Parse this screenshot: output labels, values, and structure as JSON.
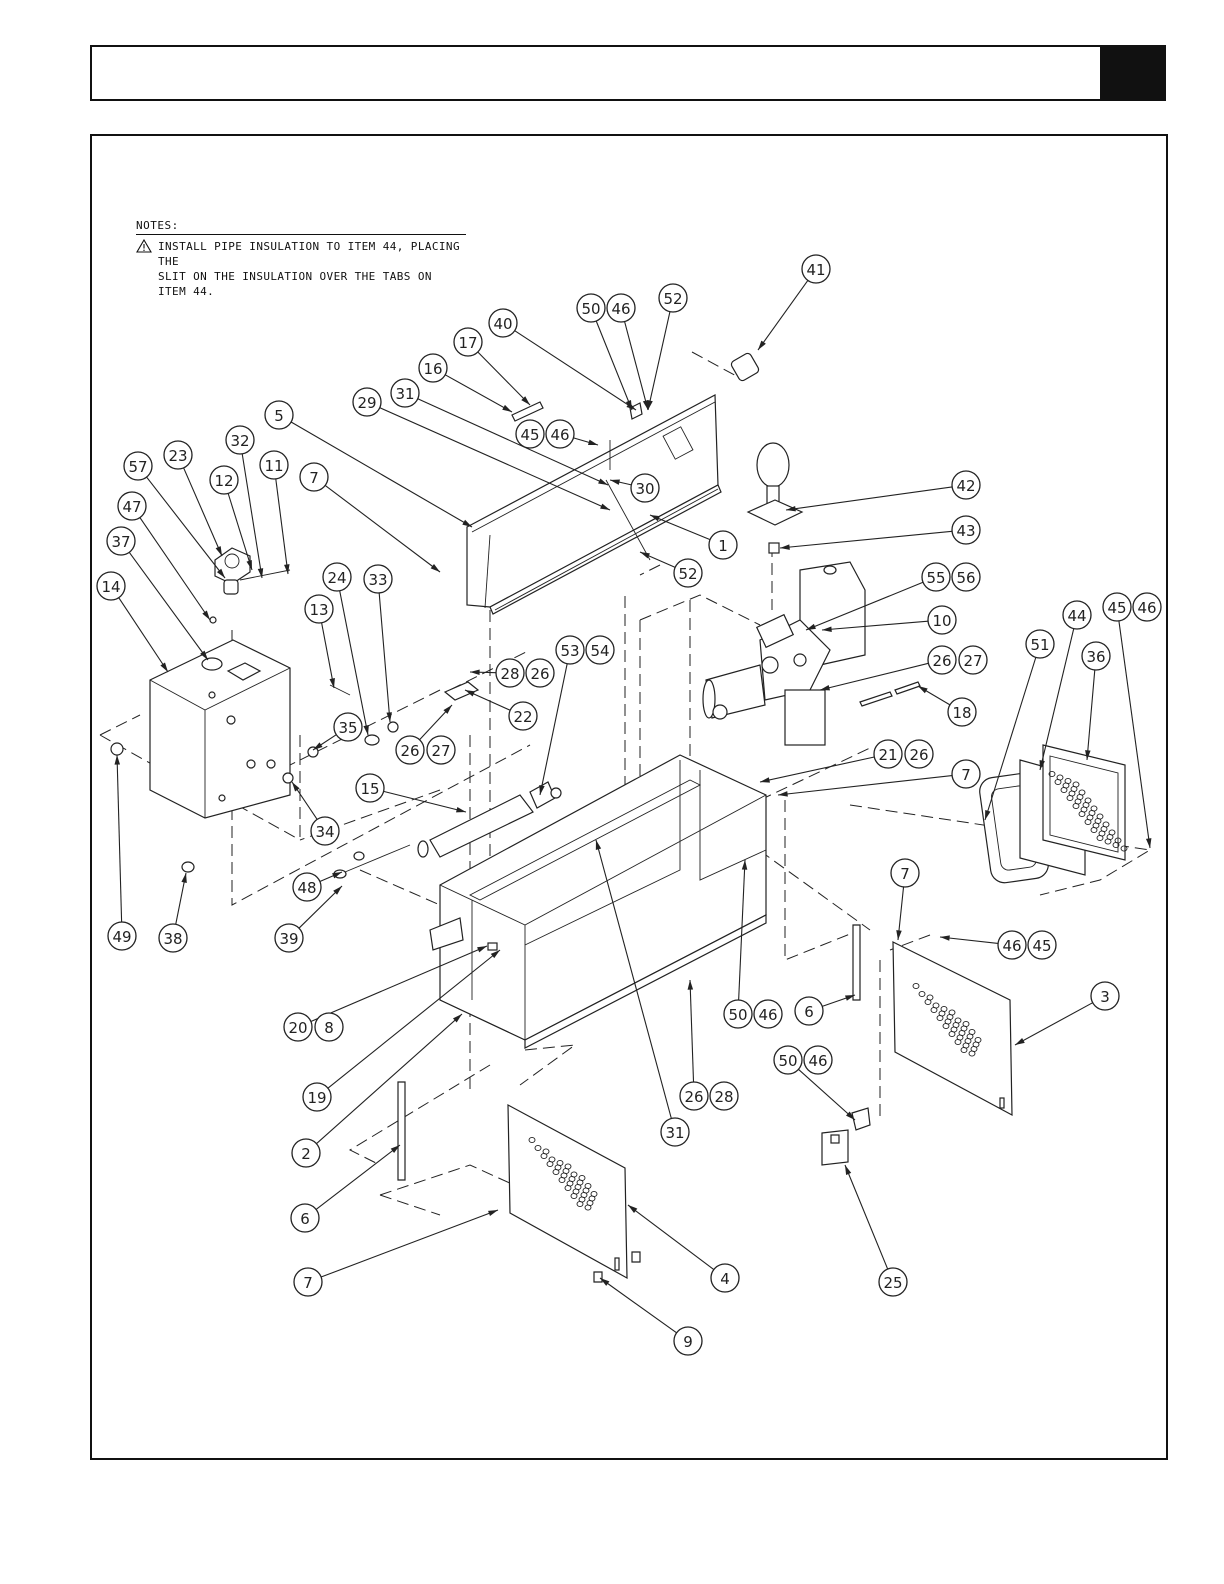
{
  "notes": {
    "title": "NOTES:",
    "items": [
      {
        "icon": "warning-triangle-icon",
        "line1": "INSTALL PIPE INSULATION TO ITEM 44, PLACING THE",
        "line2": "SLIT ON THE INSULATION OVER THE TABS ON ITEM 44."
      }
    ]
  },
  "callouts": [
    {
      "label": "41"
    },
    {
      "label": "50"
    },
    {
      "label": "46"
    },
    {
      "label": "52"
    },
    {
      "label": "40"
    },
    {
      "label": "17"
    },
    {
      "label": "16"
    },
    {
      "label": "31"
    },
    {
      "label": "29"
    },
    {
      "label": "45"
    },
    {
      "label": "46"
    },
    {
      "label": "30"
    },
    {
      "label": "5"
    },
    {
      "label": "7"
    },
    {
      "label": "57"
    },
    {
      "label": "23"
    },
    {
      "label": "12"
    },
    {
      "label": "32"
    },
    {
      "label": "11"
    },
    {
      "label": "47"
    },
    {
      "label": "37"
    },
    {
      "label": "14"
    },
    {
      "label": "24"
    },
    {
      "label": "33"
    },
    {
      "label": "13"
    },
    {
      "label": "35"
    },
    {
      "label": "34"
    },
    {
      "label": "42"
    },
    {
      "label": "43"
    },
    {
      "label": "1"
    },
    {
      "label": "52"
    },
    {
      "label": "55"
    },
    {
      "label": "56"
    },
    {
      "label": "10"
    },
    {
      "label": "26"
    },
    {
      "label": "27"
    },
    {
      "label": "18"
    },
    {
      "label": "51"
    },
    {
      "label": "44"
    },
    {
      "label": "45"
    },
    {
      "label": "46"
    },
    {
      "label": "36"
    },
    {
      "label": "53"
    },
    {
      "label": "54"
    },
    {
      "label": "28"
    },
    {
      "label": "26"
    },
    {
      "label": "22"
    },
    {
      "label": "26"
    },
    {
      "label": "27"
    },
    {
      "label": "15"
    },
    {
      "label": "21"
    },
    {
      "label": "26"
    },
    {
      "label": "7"
    },
    {
      "label": "48"
    },
    {
      "label": "39"
    },
    {
      "label": "49"
    },
    {
      "label": "38"
    },
    {
      "label": "20"
    },
    {
      "label": "8"
    },
    {
      "label": "19"
    },
    {
      "label": "2"
    },
    {
      "label": "7"
    },
    {
      "label": "46"
    },
    {
      "label": "45"
    },
    {
      "label": "3"
    },
    {
      "label": "6"
    },
    {
      "label": "50"
    },
    {
      "label": "46"
    },
    {
      "label": "50"
    },
    {
      "label": "46"
    },
    {
      "label": "26"
    },
    {
      "label": "28"
    },
    {
      "label": "31"
    },
    {
      "label": "6"
    },
    {
      "label": "7"
    },
    {
      "label": "4"
    },
    {
      "label": "25"
    },
    {
      "label": "9"
    }
  ]
}
